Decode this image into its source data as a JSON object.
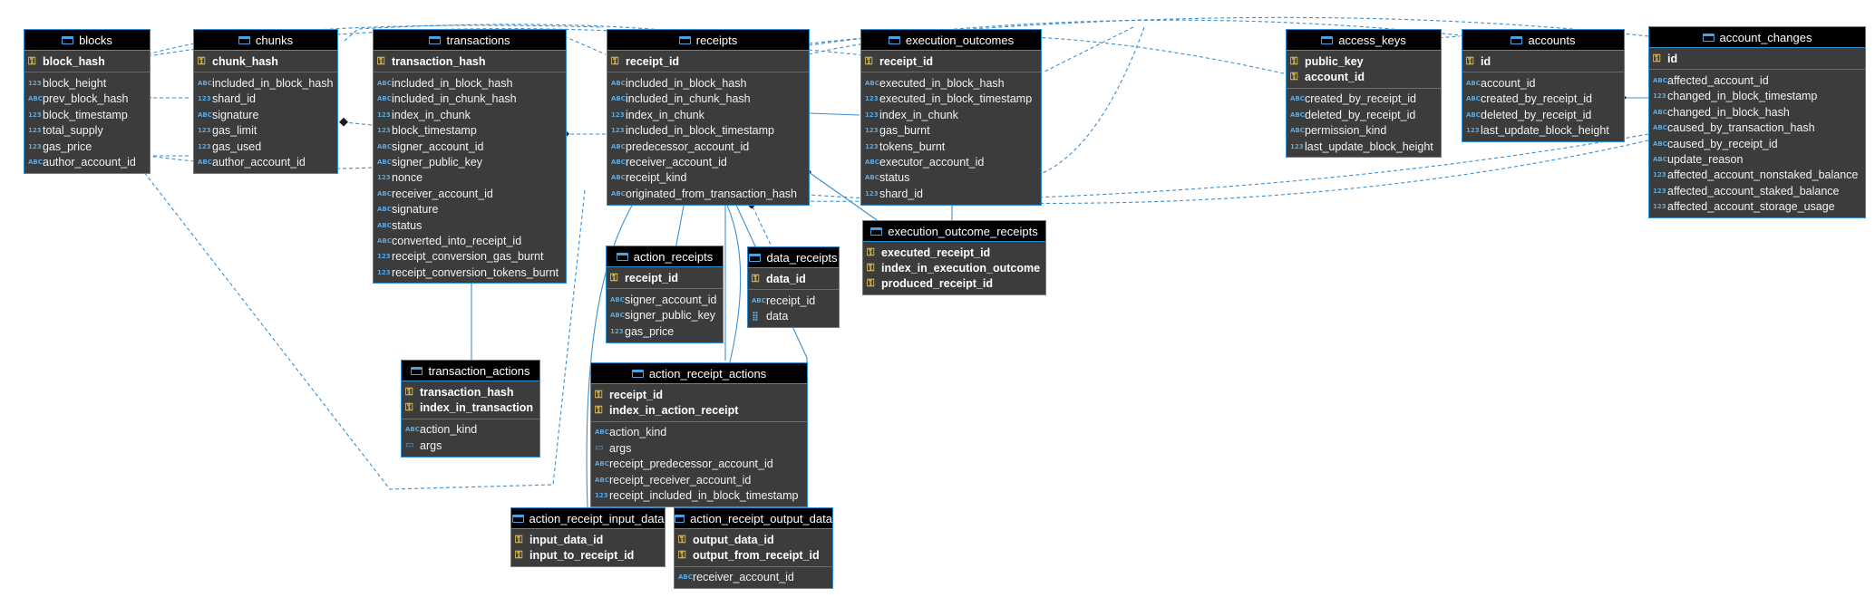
{
  "tables": [
    {
      "id": "blocks",
      "name": "blocks",
      "keys": [
        "block_hash"
      ],
      "columns": [
        "block_height",
        "prev_block_hash",
        "block_timestamp",
        "total_supply",
        "gas_price",
        "author_account_id"
      ],
      "types": [
        "123",
        "ABC",
        "123",
        "123",
        "123",
        "ABC"
      ]
    },
    {
      "id": "chunks",
      "name": "chunks",
      "keys": [
        "chunk_hash"
      ],
      "columns": [
        "included_in_block_hash",
        "shard_id",
        "signature",
        "gas_limit",
        "gas_used",
        "author_account_id"
      ],
      "types": [
        "ABC",
        "123",
        "ABC",
        "123",
        "123",
        "ABC"
      ]
    },
    {
      "id": "transactions",
      "name": "transactions",
      "keys": [
        "transaction_hash"
      ],
      "columns": [
        "included_in_block_hash",
        "included_in_chunk_hash",
        "index_in_chunk",
        "block_timestamp",
        "signer_account_id",
        "signer_public_key",
        "nonce",
        "receiver_account_id",
        "signature",
        "status",
        "converted_into_receipt_id",
        "receipt_conversion_gas_burnt",
        "receipt_conversion_tokens_burnt"
      ],
      "types": [
        "ABC",
        "ABC",
        "123",
        "123",
        "ABC",
        "ABC",
        "123",
        "ABC",
        "ABC",
        "ABC",
        "ABC",
        "123",
        "123"
      ]
    },
    {
      "id": "receipts",
      "name": "receipts",
      "keys": [
        "receipt_id"
      ],
      "columns": [
        "included_in_block_hash",
        "included_in_chunk_hash",
        "index_in_chunk",
        "included_in_block_timestamp",
        "predecessor_account_id",
        "receiver_account_id",
        "receipt_kind",
        "originated_from_transaction_hash"
      ],
      "types": [
        "ABC",
        "ABC",
        "123",
        "123",
        "ABC",
        "ABC",
        "ABC",
        "ABC"
      ]
    },
    {
      "id": "execution_outcomes",
      "name": "execution_outcomes",
      "keys": [
        "receipt_id"
      ],
      "columns": [
        "executed_in_block_hash",
        "executed_in_block_timestamp",
        "index_in_chunk",
        "gas_burnt",
        "tokens_burnt",
        "executor_account_id",
        "status",
        "shard_id"
      ],
      "types": [
        "ABC",
        "123",
        "123",
        "123",
        "123",
        "ABC",
        "ABC",
        "123"
      ]
    },
    {
      "id": "access_keys",
      "name": "access_keys",
      "keys": [
        "public_key",
        "account_id"
      ],
      "columns": [
        "created_by_receipt_id",
        "deleted_by_receipt_id",
        "permission_kind",
        "last_update_block_height"
      ],
      "types": [
        "ABC",
        "ABC",
        "ABC",
        "123"
      ]
    },
    {
      "id": "accounts",
      "name": "accounts",
      "keys": [
        "id"
      ],
      "columns": [
        "account_id",
        "created_by_receipt_id",
        "deleted_by_receipt_id",
        "last_update_block_height"
      ],
      "types": [
        "ABC",
        "ABC",
        "ABC",
        "123"
      ]
    },
    {
      "id": "account_changes",
      "name": "account_changes",
      "keys": [
        "id"
      ],
      "columns": [
        "affected_account_id",
        "changed_in_block_timestamp",
        "changed_in_block_hash",
        "caused_by_transaction_hash",
        "caused_by_receipt_id",
        "update_reason",
        "affected_account_nonstaked_balance",
        "affected_account_staked_balance",
        "affected_account_storage_usage"
      ],
      "types": [
        "ABC",
        "123",
        "ABC",
        "ABC",
        "ABC",
        "ABC",
        "123",
        "123",
        "123"
      ]
    },
    {
      "id": "action_receipts",
      "name": "action_receipts",
      "keys": [
        "receipt_id"
      ],
      "columns": [
        "signer_account_id",
        "signer_public_key",
        "gas_price"
      ],
      "types": [
        "ABC",
        "ABC",
        "123"
      ]
    },
    {
      "id": "data_receipts",
      "name": "data_receipts",
      "keys": [
        "data_id"
      ],
      "columns": [
        "receipt_id",
        "data"
      ],
      "types": [
        "ABC",
        "BIN"
      ]
    },
    {
      "id": "execution_outcome_receipts",
      "name": "execution_outcome_receipts",
      "keys": [
        "executed_receipt_id",
        "index_in_execution_outcome",
        "produced_receipt_id"
      ],
      "columns": [],
      "types": []
    },
    {
      "id": "transaction_actions",
      "name": "transaction_actions",
      "keys": [
        "transaction_hash",
        "index_in_transaction"
      ],
      "columns": [
        "action_kind",
        "args"
      ],
      "types": [
        "ABC",
        "DOC"
      ]
    },
    {
      "id": "action_receipt_actions",
      "name": "action_receipt_actions",
      "keys": [
        "receipt_id",
        "index_in_action_receipt"
      ],
      "columns": [
        "action_kind",
        "args",
        "receipt_predecessor_account_id",
        "receipt_receiver_account_id",
        "receipt_included_in_block_timestamp"
      ],
      "types": [
        "ABC",
        "DOC",
        "ABC",
        "ABC",
        "123"
      ]
    },
    {
      "id": "action_receipt_input_data",
      "name": "action_receipt_input_data",
      "keys": [
        "input_data_id",
        "input_to_receipt_id"
      ],
      "columns": [],
      "types": []
    },
    {
      "id": "action_receipt_output_data",
      "name": "action_receipt_output_data",
      "keys": [
        "output_data_id",
        "output_from_receipt_id"
      ],
      "columns": [
        "receiver_account_id"
      ],
      "types": [
        "ABC"
      ]
    }
  ],
  "colors": {
    "header": "#000000",
    "body": "#3c3c3c",
    "border": "#2f8fd0",
    "line": "#3b8fd0"
  }
}
